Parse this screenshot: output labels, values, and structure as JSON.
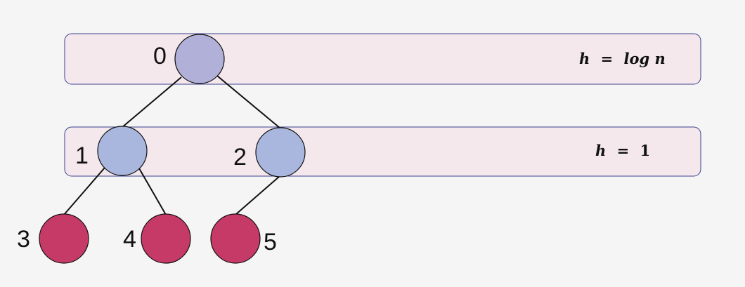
{
  "bands": [
    {
      "id": "top-level",
      "equation": {
        "var": "h",
        "op": "=",
        "rhs": "log n"
      }
    },
    {
      "id": "second-level",
      "equation": {
        "var": "h",
        "op": "=",
        "rhs": "1"
      }
    }
  ],
  "nodes": [
    {
      "id": "node-0",
      "label": "0",
      "color": "#b0b0d8"
    },
    {
      "id": "node-1",
      "label": "1",
      "color": "#a9b7de"
    },
    {
      "id": "node-2",
      "label": "2",
      "color": "#a9b7de"
    },
    {
      "id": "node-3",
      "label": "3",
      "color": "#c63a68"
    },
    {
      "id": "node-4",
      "label": "4",
      "color": "#c63a68"
    },
    {
      "id": "node-5",
      "label": "5",
      "color": "#c63a68"
    }
  ],
  "edges": [
    [
      "0",
      "1"
    ],
    [
      "0",
      "2"
    ],
    [
      "1",
      "3"
    ],
    [
      "1",
      "4"
    ],
    [
      "2",
      "5"
    ]
  ],
  "colors": {
    "background": "#f5f5f5",
    "band_fill": "#f4e8ec",
    "band_border": "#3a3f8f",
    "edge": "#111111"
  }
}
